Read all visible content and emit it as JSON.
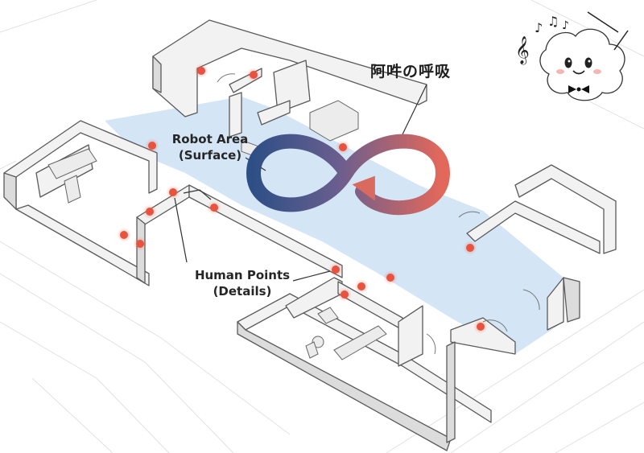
{
  "labels": {
    "robot_line1": "Robot Area",
    "robot_line2": "(Surface)",
    "human_line1": "Human Points",
    "human_line2": "(Details)",
    "title": "阿吽の呼吸"
  },
  "colors": {
    "loop_blue": "#2e4f86",
    "loop_red": "#e4685a",
    "robot_area_fill": "#cfe2f5",
    "wall": "#f0f0f0",
    "wall_stroke": "#555555",
    "human_point": "#e8533f",
    "floor_lines": "#d9d9d9"
  },
  "icons": {
    "loop": "infinity-loop-icon",
    "mascot": "cloud-conductor-mascot-icon",
    "notes": "music-notes-icon"
  }
}
